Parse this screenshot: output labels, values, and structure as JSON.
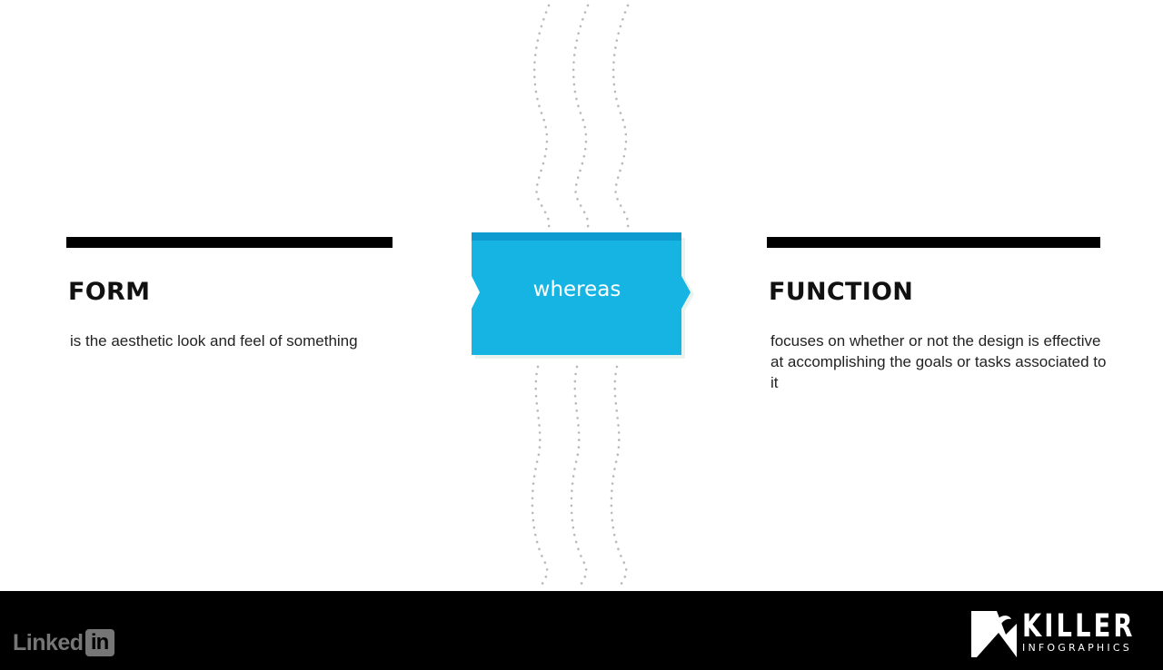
{
  "left_panel": {
    "heading": "FORM",
    "description": "is the aesthetic look and feel of something"
  },
  "connector": {
    "label": "whereas",
    "color": "#16b4e3",
    "top_edge_color": "#0d9bd0"
  },
  "right_panel": {
    "heading": "FUNCTION",
    "description": "focuses on whether or not the design is effective at accomplishing the goals or tasks associated to it"
  },
  "footer": {
    "linkedin_word": "Linked",
    "linkedin_in": "in",
    "brand_name": "KILLER",
    "brand_sub": "INFOGRAPHICS"
  },
  "icons": {
    "wavy_lines": "dotted-wavy-line-icon",
    "killer_mark": "killer-k-logo-icon"
  }
}
